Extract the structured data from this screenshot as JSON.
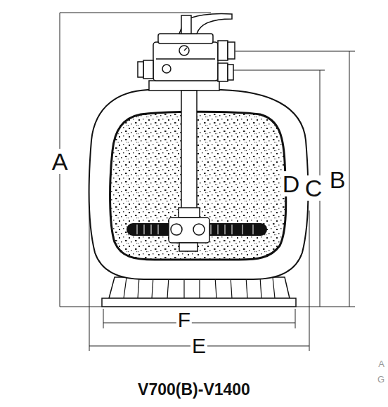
{
  "diagram": {
    "caption": "V700(B)-V1400",
    "labels": [
      "A",
      "D",
      "C",
      "B",
      "F",
      "E",
      "A",
      "G"
    ]
  }
}
